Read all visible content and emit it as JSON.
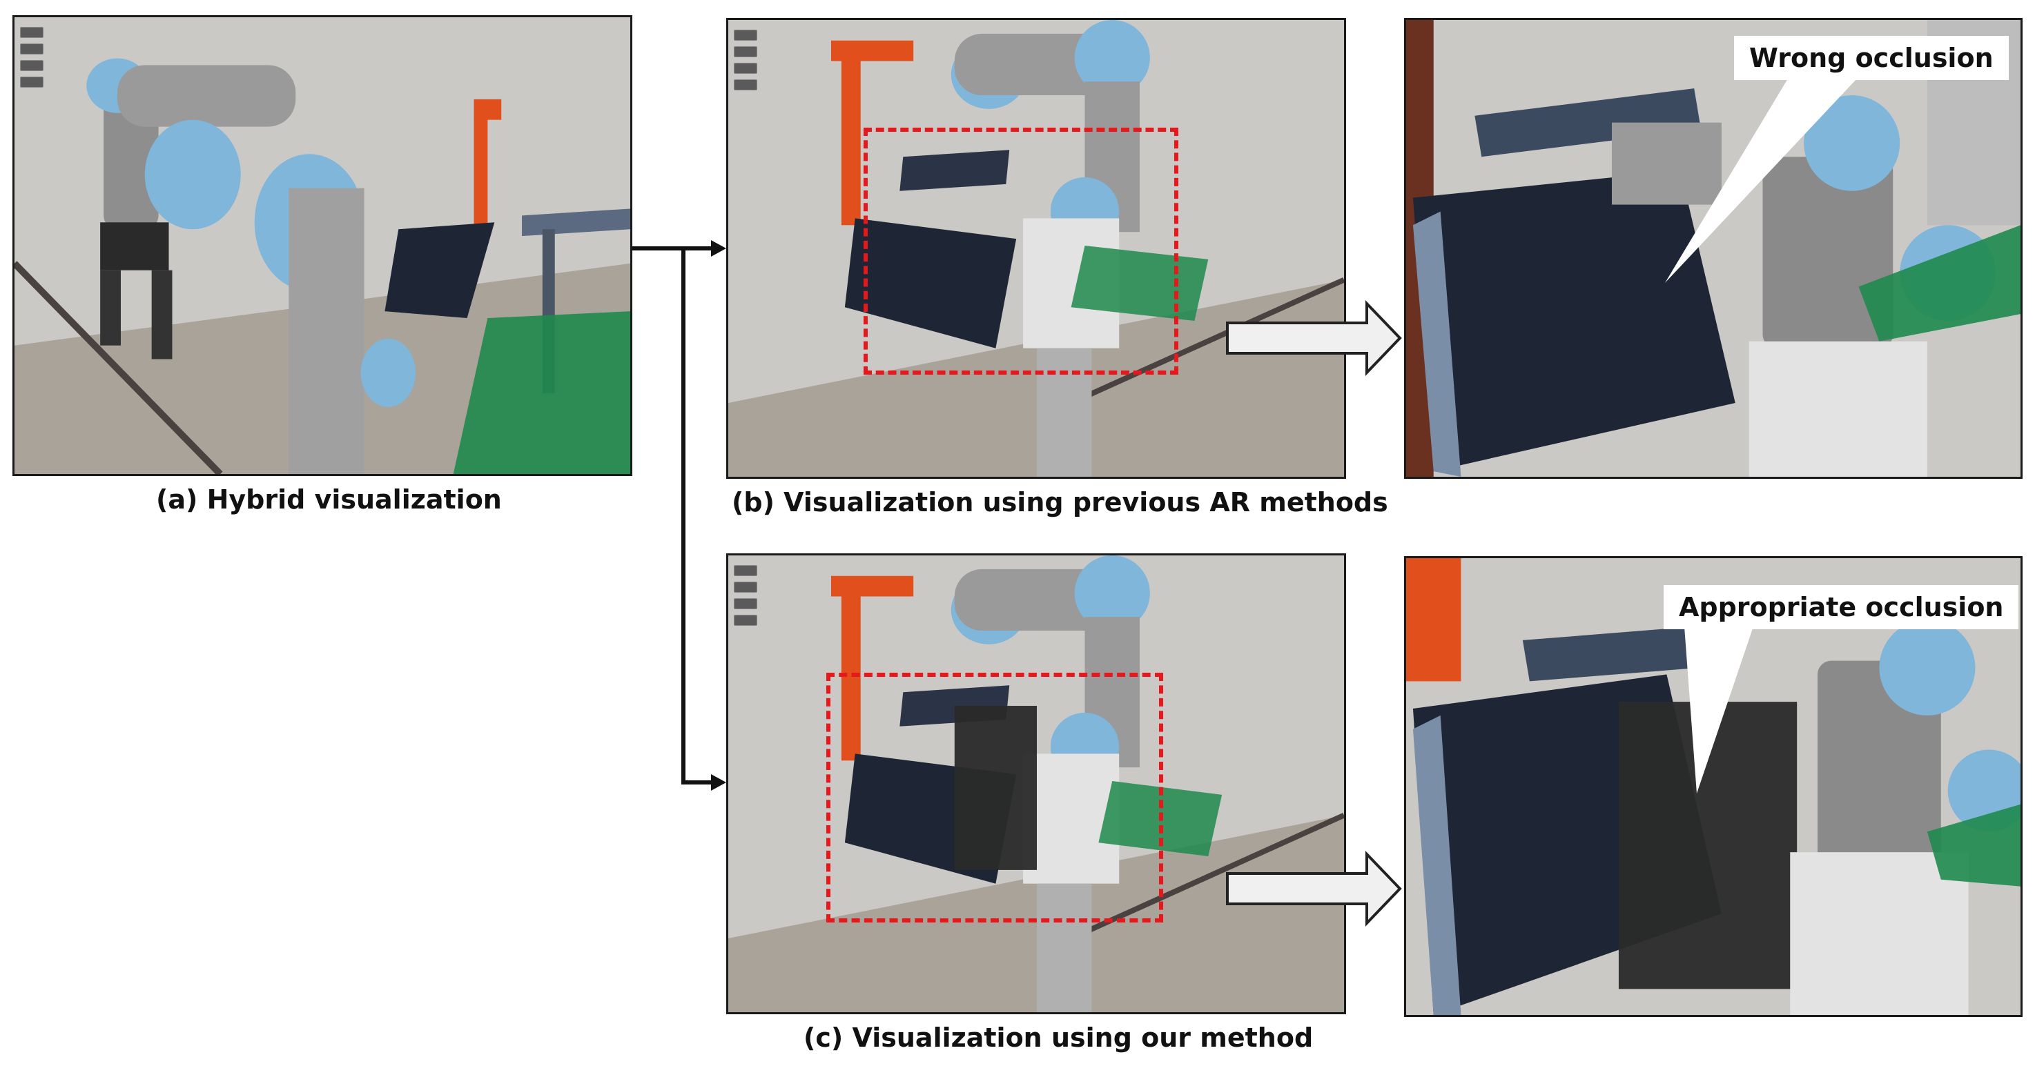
{
  "captions": {
    "a": "(a) Hybrid visualization",
    "b": "(b) Visualization using previous AR methods",
    "c": "(c) Visualization using our method"
  },
  "callouts": {
    "wrong": "Wrong occlusion",
    "appropriate": "Appropriate occlusion"
  },
  "colors": {
    "dashed_box": "#e8171b",
    "robot_blue": "#7fb6d9",
    "robot_gray": "#8e8e8e",
    "robot_orange": "#e14f1c",
    "conveyor_dark": "#1e2636",
    "tray_green": "#1f8a4c",
    "wall": "#cbc9c6",
    "floor": "#a9a39a"
  },
  "icons": {
    "flow_arrow": "arrow-right-icon",
    "zoom_arrow": "block-arrow-right-icon"
  }
}
